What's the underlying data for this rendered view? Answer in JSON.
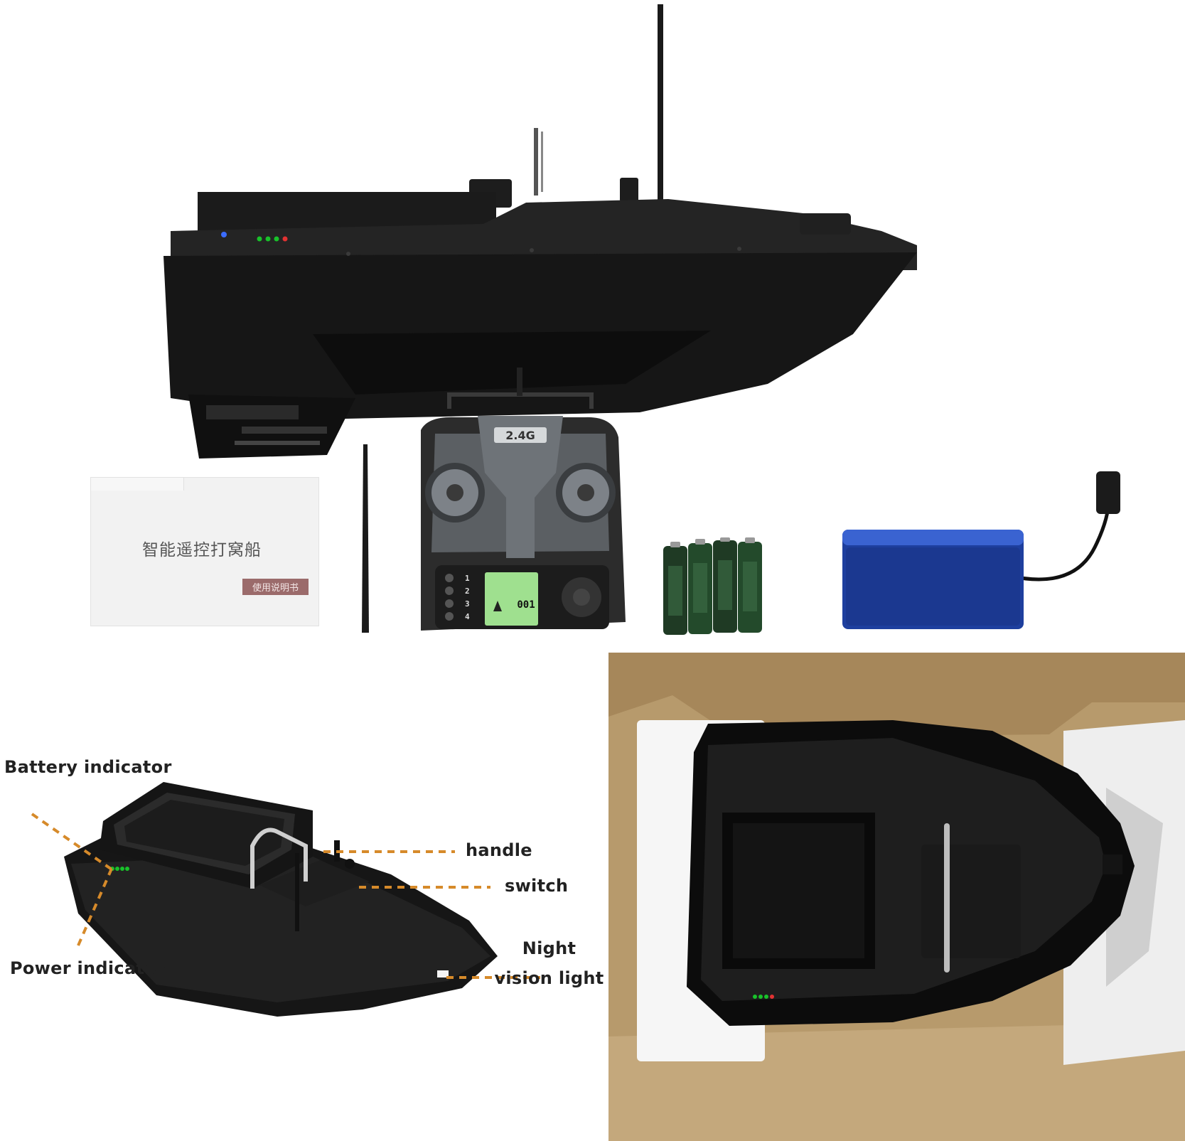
{
  "product_photo": {
    "manual": {
      "title": "智能遥控打窝船",
      "subtitle": "使用说明书"
    },
    "remote": {
      "band": "2.4G",
      "channels": [
        "1",
        "2",
        "3",
        "4"
      ],
      "display_value": "001"
    }
  },
  "diagram": {
    "labels": {
      "battery_indicator": "Battery indicator",
      "power_indicator": "Power indicator",
      "handle": "handle",
      "switch": "switch",
      "night_vision_light": "Night vision light"
    }
  },
  "icons": [
    "boat-hull",
    "antenna",
    "remote-controller",
    "aa-battery",
    "lipo-battery-pack",
    "indicator-led",
    "cardboard-box"
  ],
  "colors": {
    "hull": "#141414",
    "battery_pack": "#1e3f9e",
    "led_green": "#18c22a",
    "led_red": "#e23232",
    "led_blue": "#3b6cff",
    "lcd_green": "#9fe08f",
    "cardboard": "#b79a6c",
    "leader_line": "#d68a2a"
  }
}
